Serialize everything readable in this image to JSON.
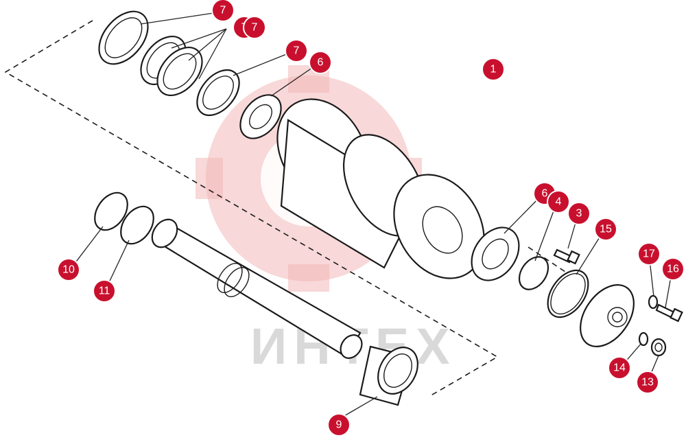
{
  "watermark": {
    "text": "ИНТЕХ",
    "color": "#f2b8b8"
  },
  "accent_color": "#c8102e",
  "callouts": [
    {
      "id": "c7a",
      "label": "7"
    },
    {
      "id": "c7b",
      "label": "7"
    },
    {
      "id": "c7c",
      "label": "7"
    },
    {
      "id": "c7d",
      "label": "7"
    },
    {
      "id": "c6a",
      "label": "6"
    },
    {
      "id": "c1",
      "label": "1"
    },
    {
      "id": "c6b",
      "label": "6"
    },
    {
      "id": "c4",
      "label": "4"
    },
    {
      "id": "c3",
      "label": "3"
    },
    {
      "id": "c15",
      "label": "15"
    },
    {
      "id": "c17",
      "label": "17"
    },
    {
      "id": "c16",
      "label": "16"
    },
    {
      "id": "c10",
      "label": "10"
    },
    {
      "id": "c11",
      "label": "11"
    },
    {
      "id": "c14",
      "label": "14"
    },
    {
      "id": "c13",
      "label": "13"
    },
    {
      "id": "c9",
      "label": "9"
    }
  ]
}
